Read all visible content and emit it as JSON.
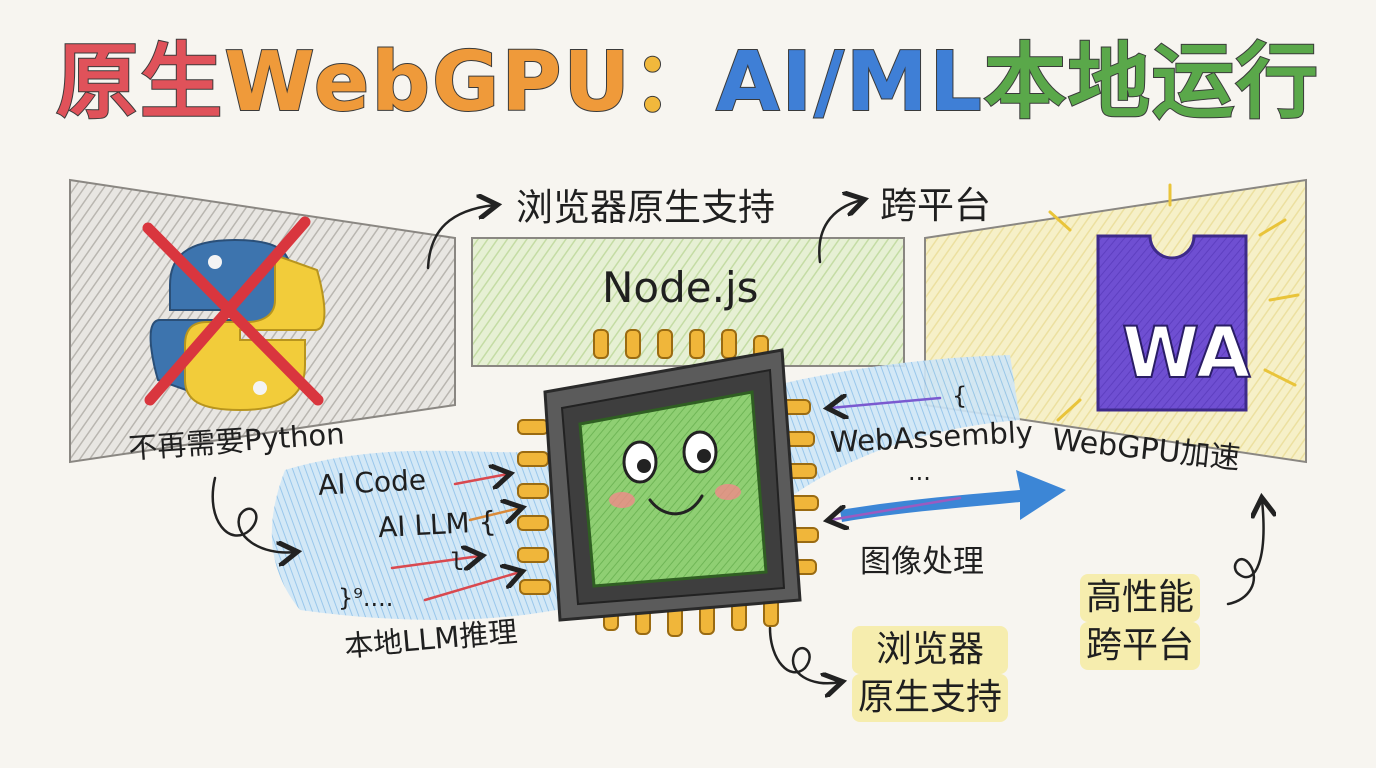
{
  "title": {
    "part1": "原生",
    "part2": "WebGPU",
    "part3": "：",
    "part4": "AI/ML",
    "part5": "本地运行",
    "colors": [
      "#e0525a",
      "#ef9a3a",
      "#f1b83c",
      "#3f7fd6",
      "#5aa84a"
    ]
  },
  "labels": {
    "no_python": "不再需要Python",
    "browser_native_top": "浏览器原生支持",
    "cross_platform_top": "跨平台",
    "nodejs": "Node.js",
    "webgpu_accel": "WebGPU加速",
    "wa_badge": "WA",
    "ai_code": "AI Code",
    "ai_llm": "AI LLM {",
    "ai_llm_mid": "l",
    "ai_llm_end": "}⁹....",
    "webassembly_brace": "{",
    "webassembly": "WebAssembly",
    "webassembly_dots": "...",
    "local_llm": "本地LLM推理",
    "image_processing": "图像处理",
    "browser_native_bottom_1": "浏览器",
    "browser_native_bottom_2": "原生支持",
    "perf_1": "高性能",
    "perf_2": "跨平台"
  },
  "icons": {
    "python": "python-logo-icon",
    "cross": "red-cross-icon",
    "chip": "smiling-chip-icon",
    "webassembly": "webassembly-logo-icon"
  }
}
